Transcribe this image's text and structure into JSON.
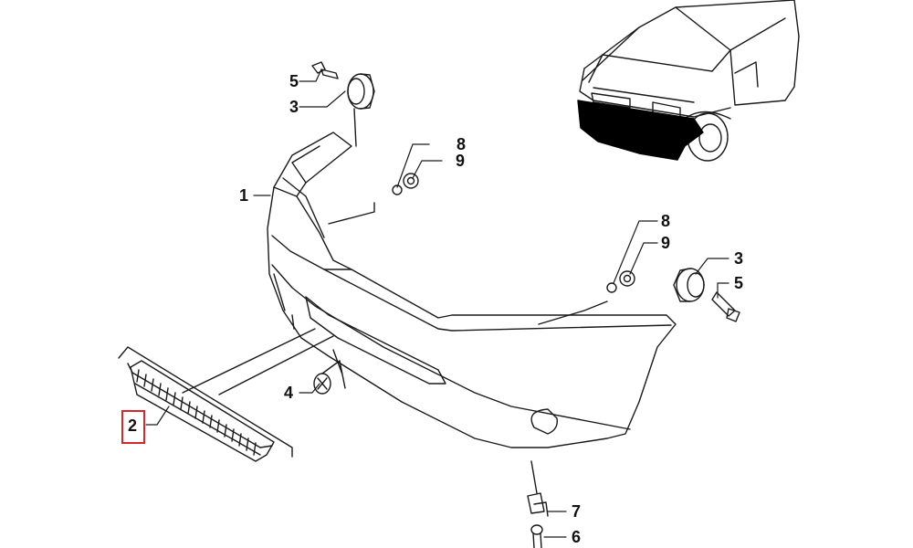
{
  "diagram": {
    "callouts": {
      "c1": "1",
      "c2": "2",
      "c3a": "3",
      "c3b": "3",
      "c4": "4",
      "c5a": "5",
      "c5b": "5",
      "c6": "6",
      "c7": "7",
      "c8a": "8",
      "c8b": "8",
      "c9a": "9",
      "c9b": "9"
    },
    "highlighted_part": "2",
    "colors": {
      "line": "#1a1a1a",
      "highlight": "#d6262c",
      "bumper_fill_on_van": "#000000"
    }
  }
}
